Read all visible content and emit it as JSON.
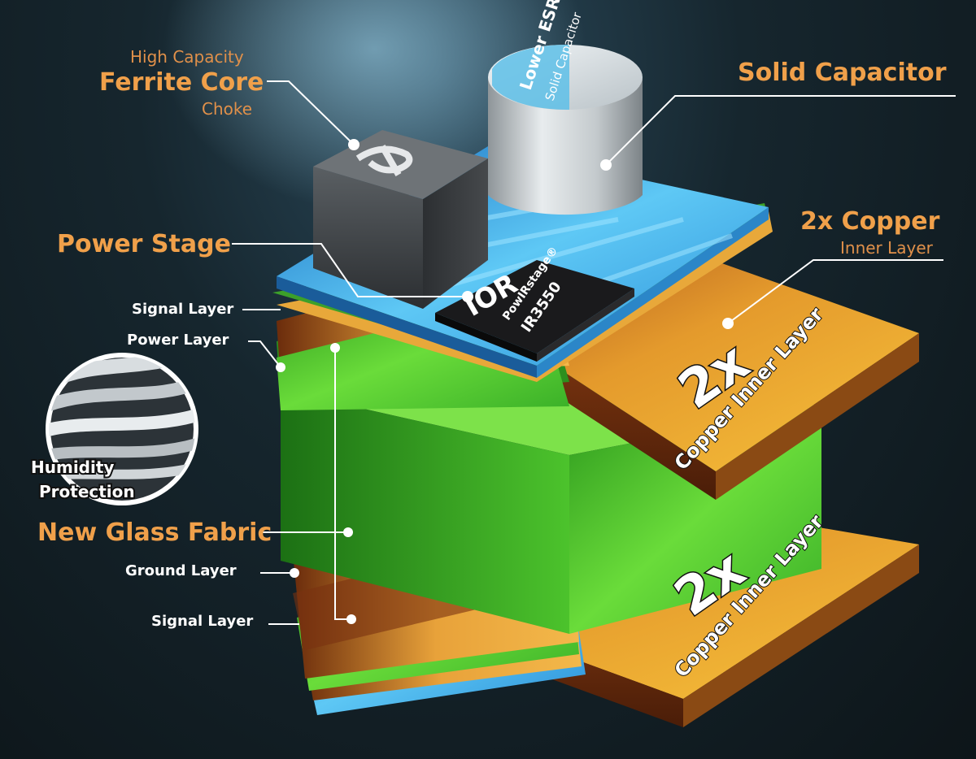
{
  "labels": {
    "ferrite_top": "High Capacity",
    "ferrite_main": "Ferrite Core",
    "ferrite_bottom": "Choke",
    "solid_cap": "Solid Capacitor",
    "power_stage": "Power Stage",
    "copper_main": "2x Copper",
    "copper_sub": "Inner Layer",
    "signal_layer_top": "Signal Layer",
    "power_layer": "Power Layer",
    "glass_fabric": "New Glass Fabric",
    "ground_layer": "Ground Layer",
    "signal_layer_bottom": "Signal Layer"
  },
  "capacitor": {
    "line1": "Lower ESR",
    "line2": "Solid Capacitor"
  },
  "chip": {
    "brand": "IOR",
    "line1": "PowIRstage®",
    "line2": "IR3550"
  },
  "copper_slab_text": {
    "big": "2x",
    "small": "Copper Inner Layer"
  },
  "humidity": {
    "line1": "Humidity",
    "line2": "Protection"
  },
  "colors": {
    "accent_orange": "#f0a04a",
    "copper": "#d9851f",
    "glass_green": "#5fd03a",
    "signal_blue": "#3aa0e8"
  }
}
